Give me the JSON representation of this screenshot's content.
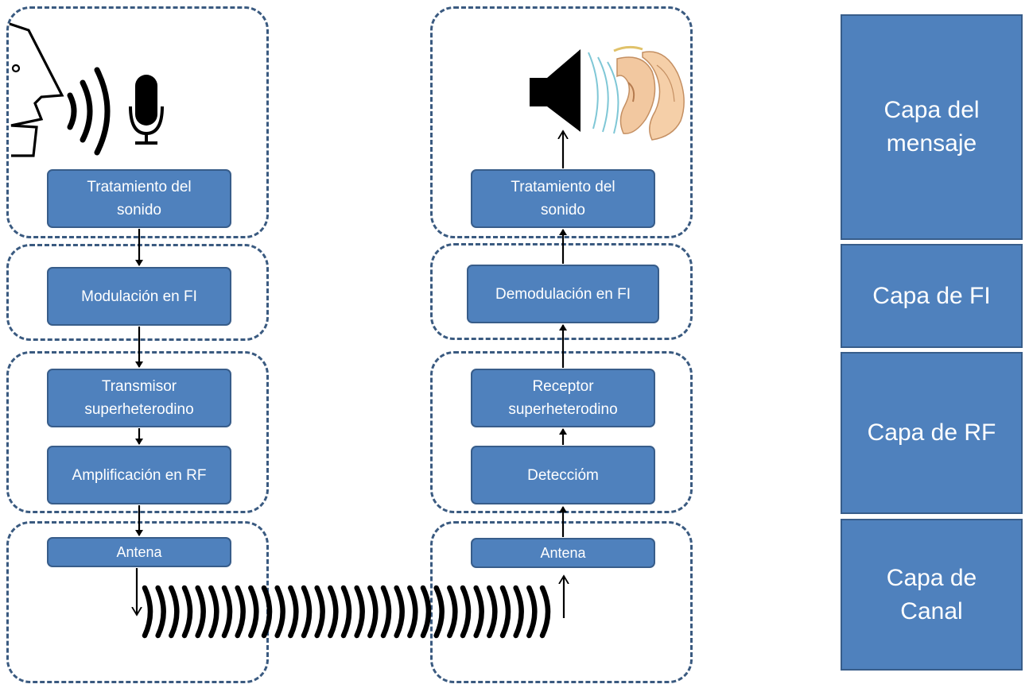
{
  "transmitter": {
    "sound_processing": "Tratamiento del\nsonido",
    "fi_modulation": "Modulación en FI",
    "superhet_transmitter": "Transmisor\nsuperheterodino",
    "rf_amplification": "Amplificación en RF",
    "antenna": "Antena"
  },
  "receiver": {
    "sound_processing": "Tratamiento del\nsonido",
    "fi_demodulation": "Demodulación en FI",
    "superhet_receiver": "Receptor\nsuperheterodino",
    "detection": "Detecciόm",
    "antenna": "Antena"
  },
  "layers": {
    "message": "Capa del\nmensaje",
    "fi": "Capa de FI",
    "rf": "Capa de RF",
    "channel": "Capa de\nCanal"
  },
  "icons": [
    "speaking-head-icon",
    "microphone-icon",
    "speaker-icon",
    "listening-ear-icon",
    "radio-wave-icon"
  ],
  "colors": {
    "block_fill": "#4f81bd",
    "block_border": "#385d8a",
    "dashed_border": "#3a5a80"
  }
}
